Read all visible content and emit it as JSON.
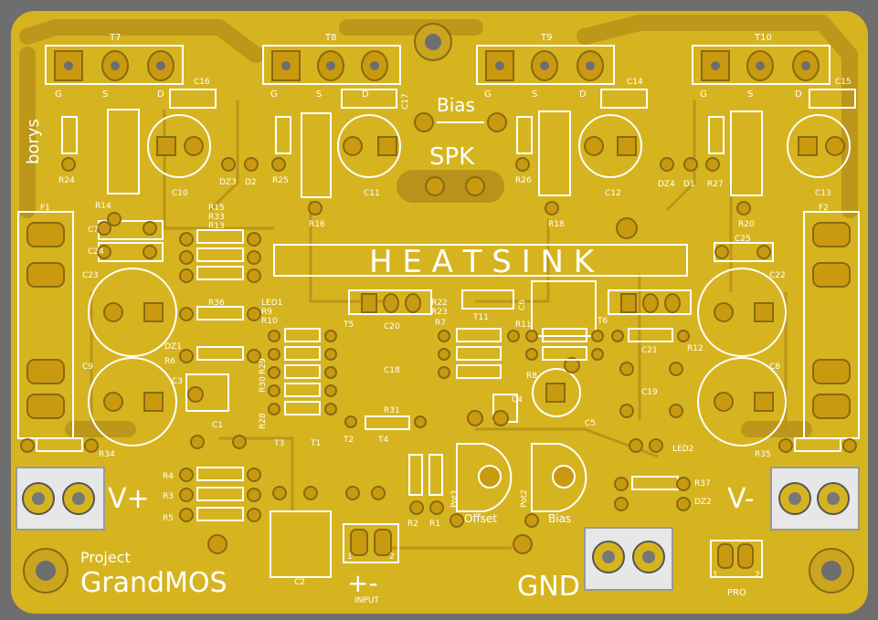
{
  "board": {
    "bg": "#6e6e6e",
    "pcb": "#d6b41f",
    "copper": "#b58f17",
    "silk": "#ffffff",
    "pad": "#c99a10"
  },
  "texts": {
    "heatsink": "H E A T S I N K",
    "spk": "SPK",
    "bias_top": "Bias",
    "project": "Project",
    "name": "GrandMOS",
    "gnd": "GND",
    "vplus": "V+",
    "vminus": "V-",
    "input_sign": "+-",
    "input": "INPUT",
    "pro": "PRO",
    "borys": "borys",
    "offset": "Offset",
    "bias_pot": "Bias",
    "pot1": "Pot1",
    "pot2": "Pot2"
  },
  "transistors_top": [
    {
      "name": "T7"
    },
    {
      "name": "T8"
    },
    {
      "name": "T9"
    },
    {
      "name": "T10"
    }
  ],
  "gsd": [
    "G",
    "S",
    "D"
  ],
  "labels": [
    "C16",
    "C17",
    "C14",
    "C15",
    "R24",
    "R14",
    "C10",
    "DZ3",
    "D2",
    "R25",
    "R16",
    "C11",
    "R26",
    "R18",
    "C12",
    "DZ4",
    "D1",
    "R27",
    "R20",
    "C13",
    "F1",
    "F2",
    "C7",
    "C24",
    "C23",
    "C9",
    "C22",
    "C8",
    "C25",
    "R15",
    "R33",
    "R13",
    "R36",
    "LED1",
    "R9",
    "R10",
    "DZ1",
    "R6",
    "C3",
    "T5",
    "C20",
    "C18",
    "R31",
    "R22",
    "R23",
    "T11",
    "C6",
    "R7",
    "R11",
    "R8",
    "C4",
    "C5",
    "T6",
    "C21",
    "C19",
    "R12",
    "LED2",
    "C1",
    "R28",
    "R30",
    "R29",
    "T3",
    "T1",
    "T2",
    "T4",
    "R34",
    "R35",
    "R4",
    "R3",
    "R5",
    "R2",
    "R1",
    "R37",
    "DZ2",
    "C2",
    "1",
    "2",
    "1",
    "2"
  ]
}
